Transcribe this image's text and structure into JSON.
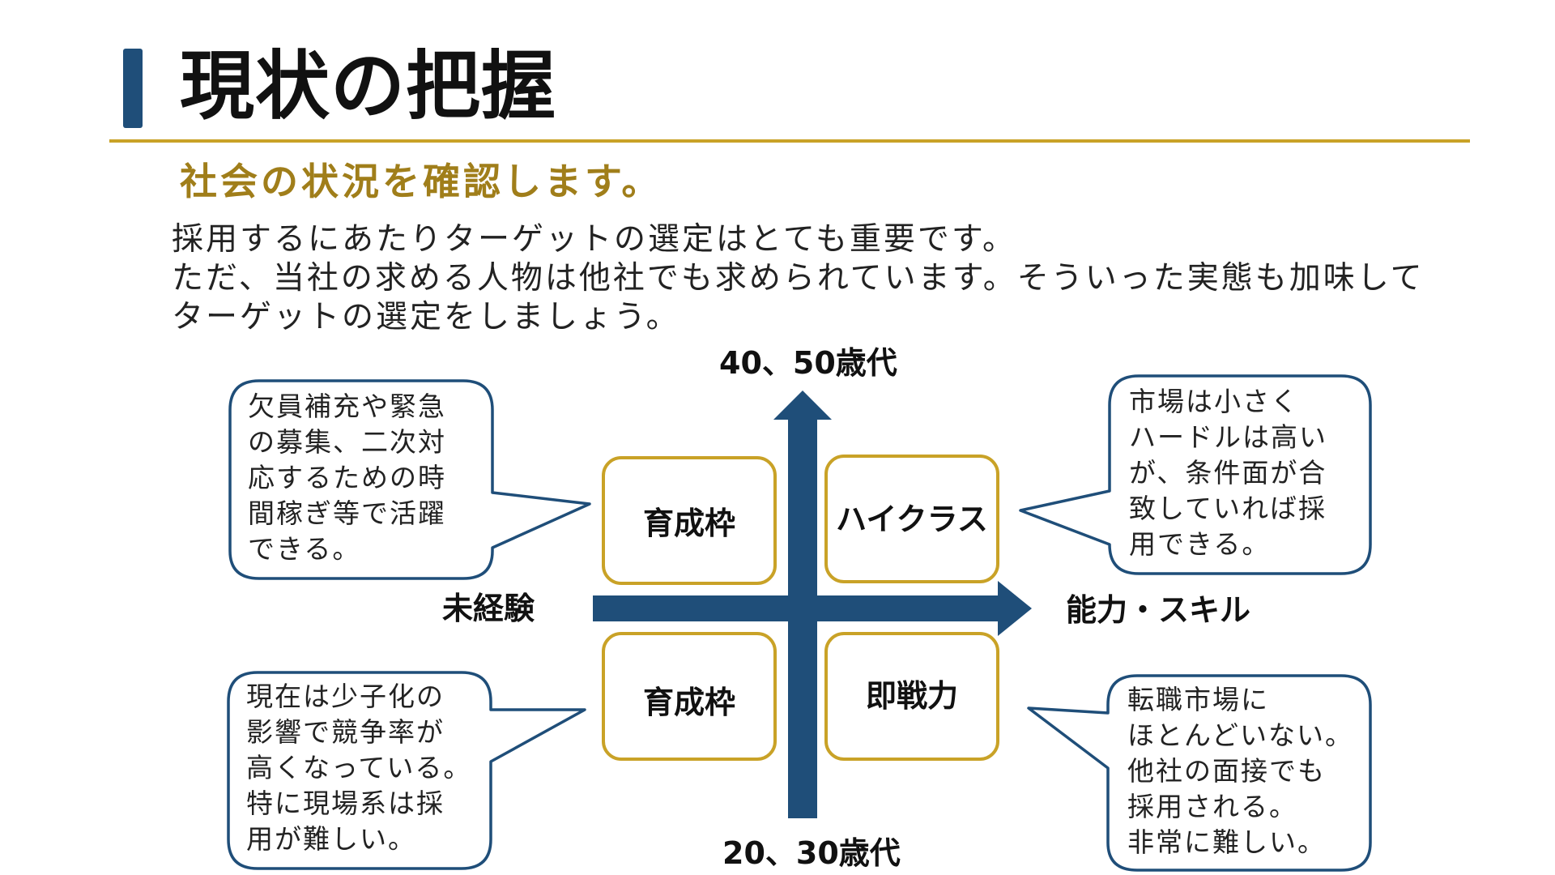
{
  "title": "現状の把握",
  "subtitle": "社会の状況を確認します。",
  "intro_lines": [
    "採用するにあたりターゲットの選定はとても重要です。",
    "ただ、当社の求める人物は他社でも求められています。そういった実態も加味して",
    "ターゲットの選定をしましょう。"
  ],
  "axes": {
    "top": "40、50歳代",
    "bottom": "20、30歳代",
    "left": "未経験",
    "right": "能力・スキル"
  },
  "quadrants": {
    "top_left": "育成枠",
    "top_right": "ハイクラス",
    "bottom_left": "育成枠",
    "bottom_right": "即戦力"
  },
  "callouts": {
    "top_left": [
      "欠員補充や緊急",
      "の募集、二次対",
      "応するための時",
      "間稼ぎ等で活躍",
      "できる。"
    ],
    "top_right": [
      "市場は小さく",
      "ハードルは高い",
      "が、条件面が合",
      "致していれば採",
      "用できる。"
    ],
    "bottom_left": [
      "現在は少子化の",
      "影響で競争率が",
      "高くなっている。",
      "特に現場系は採",
      "用が難しい。"
    ],
    "bottom_right": [
      "転職市場に",
      "ほとんどいない。",
      "他社の面接でも",
      "採用される。",
      "非常に難しい。"
    ]
  },
  "colors": {
    "navy": "#1f4e79",
    "gold": "#c9a227",
    "subtitle_gold": "#a07e1a",
    "callout_border": "#1f4e79"
  }
}
